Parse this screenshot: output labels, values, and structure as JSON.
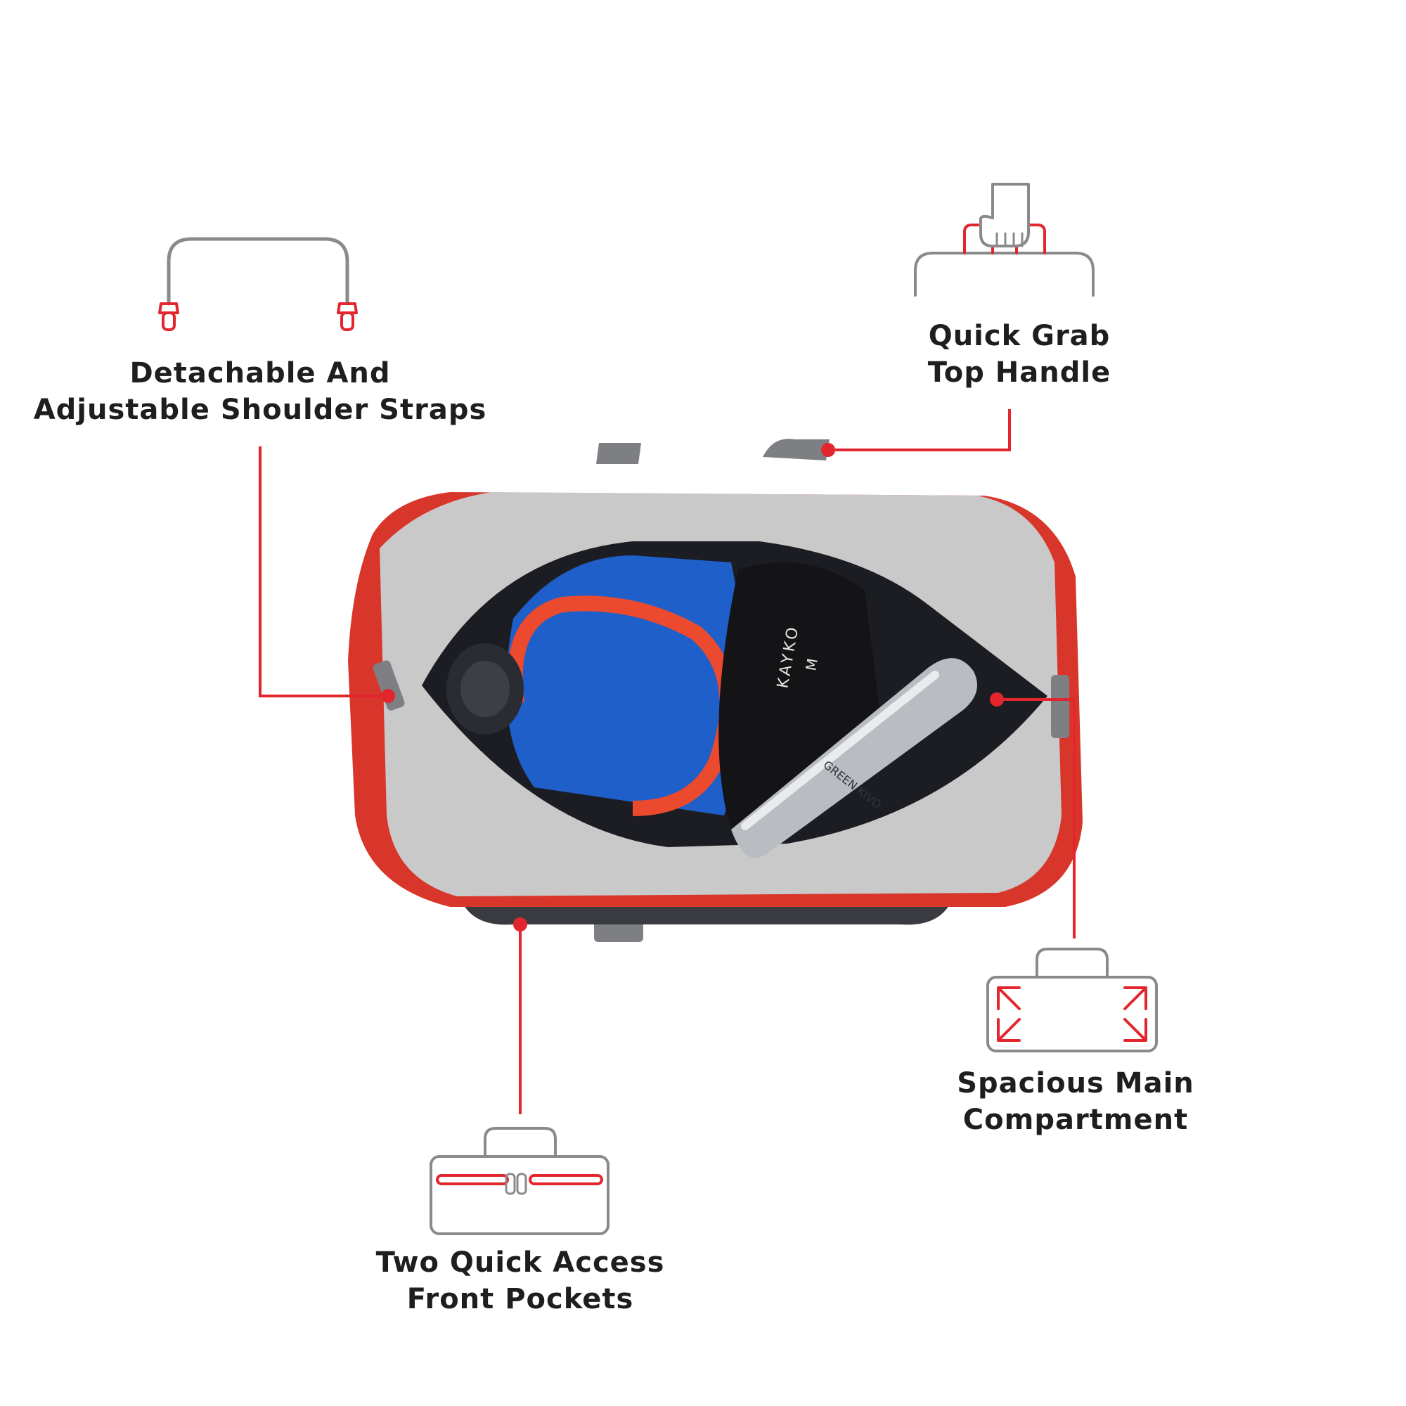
{
  "features": {
    "straps": {
      "line1": "Detachable And",
      "line2": "Adjustable Shoulder Straps",
      "icon": "shoulder-strap-icon"
    },
    "handle": {
      "line1": "Quick Grab",
      "line2": "Top Handle",
      "icon": "hand-grab-handle-icon"
    },
    "compartment": {
      "line1": "Spacious Main",
      "line2": "Compartment",
      "icon": "expand-bag-icon"
    },
    "pockets": {
      "line1": "Two Quick Access",
      "line2": "Front Pockets",
      "icon": "front-pocket-bag-icon"
    }
  },
  "bag": {
    "brand_label": "KAYKO",
    "size_label": "M",
    "bottle_label": "GREEN·KIVO"
  },
  "colors": {
    "accent": "#e3262e",
    "bag_red": "#d9362b",
    "bag_grey": "#c9c9c9",
    "icon_grey": "#8a8a8a"
  }
}
